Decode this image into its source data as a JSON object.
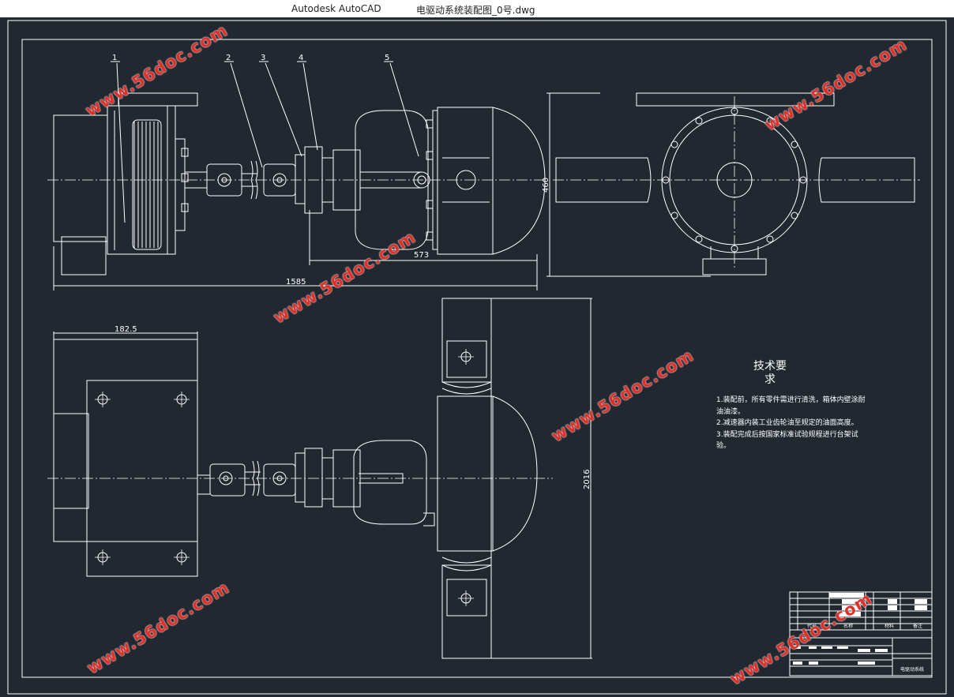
{
  "titlebar": {
    "app_name": "Autodesk AutoCAD",
    "file_name": "电驱动系统装配图_0号.dwg"
  },
  "drawing": {
    "part_numbers": [
      "1",
      "2",
      "3",
      "4",
      "5"
    ],
    "dimensions": {
      "height_460": "460",
      "length_573": "573",
      "length_1585": "1585",
      "width_182_5": "182.5",
      "height_2016": "2016"
    },
    "technical_requirements": {
      "title": "技术要求",
      "notes": [
        "1.装配前，所有零件需进行清洗，箱体内壁涂耐油油漆。",
        "2.减速器内装工业齿轮油至规定的油面高度。",
        "3.装配完成后按国家标准试验规程进行台架试验。"
      ]
    },
    "title_block": {
      "col_code": "代号",
      "col_name": "名称",
      "col_material": "材料",
      "col_remark": "备注",
      "drawing_name": "电驱动系统"
    }
  },
  "watermark": {
    "text": "www.56doc.com",
    "color": "#e0302a"
  },
  "colors": {
    "background": "#212830",
    "lines": "#ffffff"
  }
}
